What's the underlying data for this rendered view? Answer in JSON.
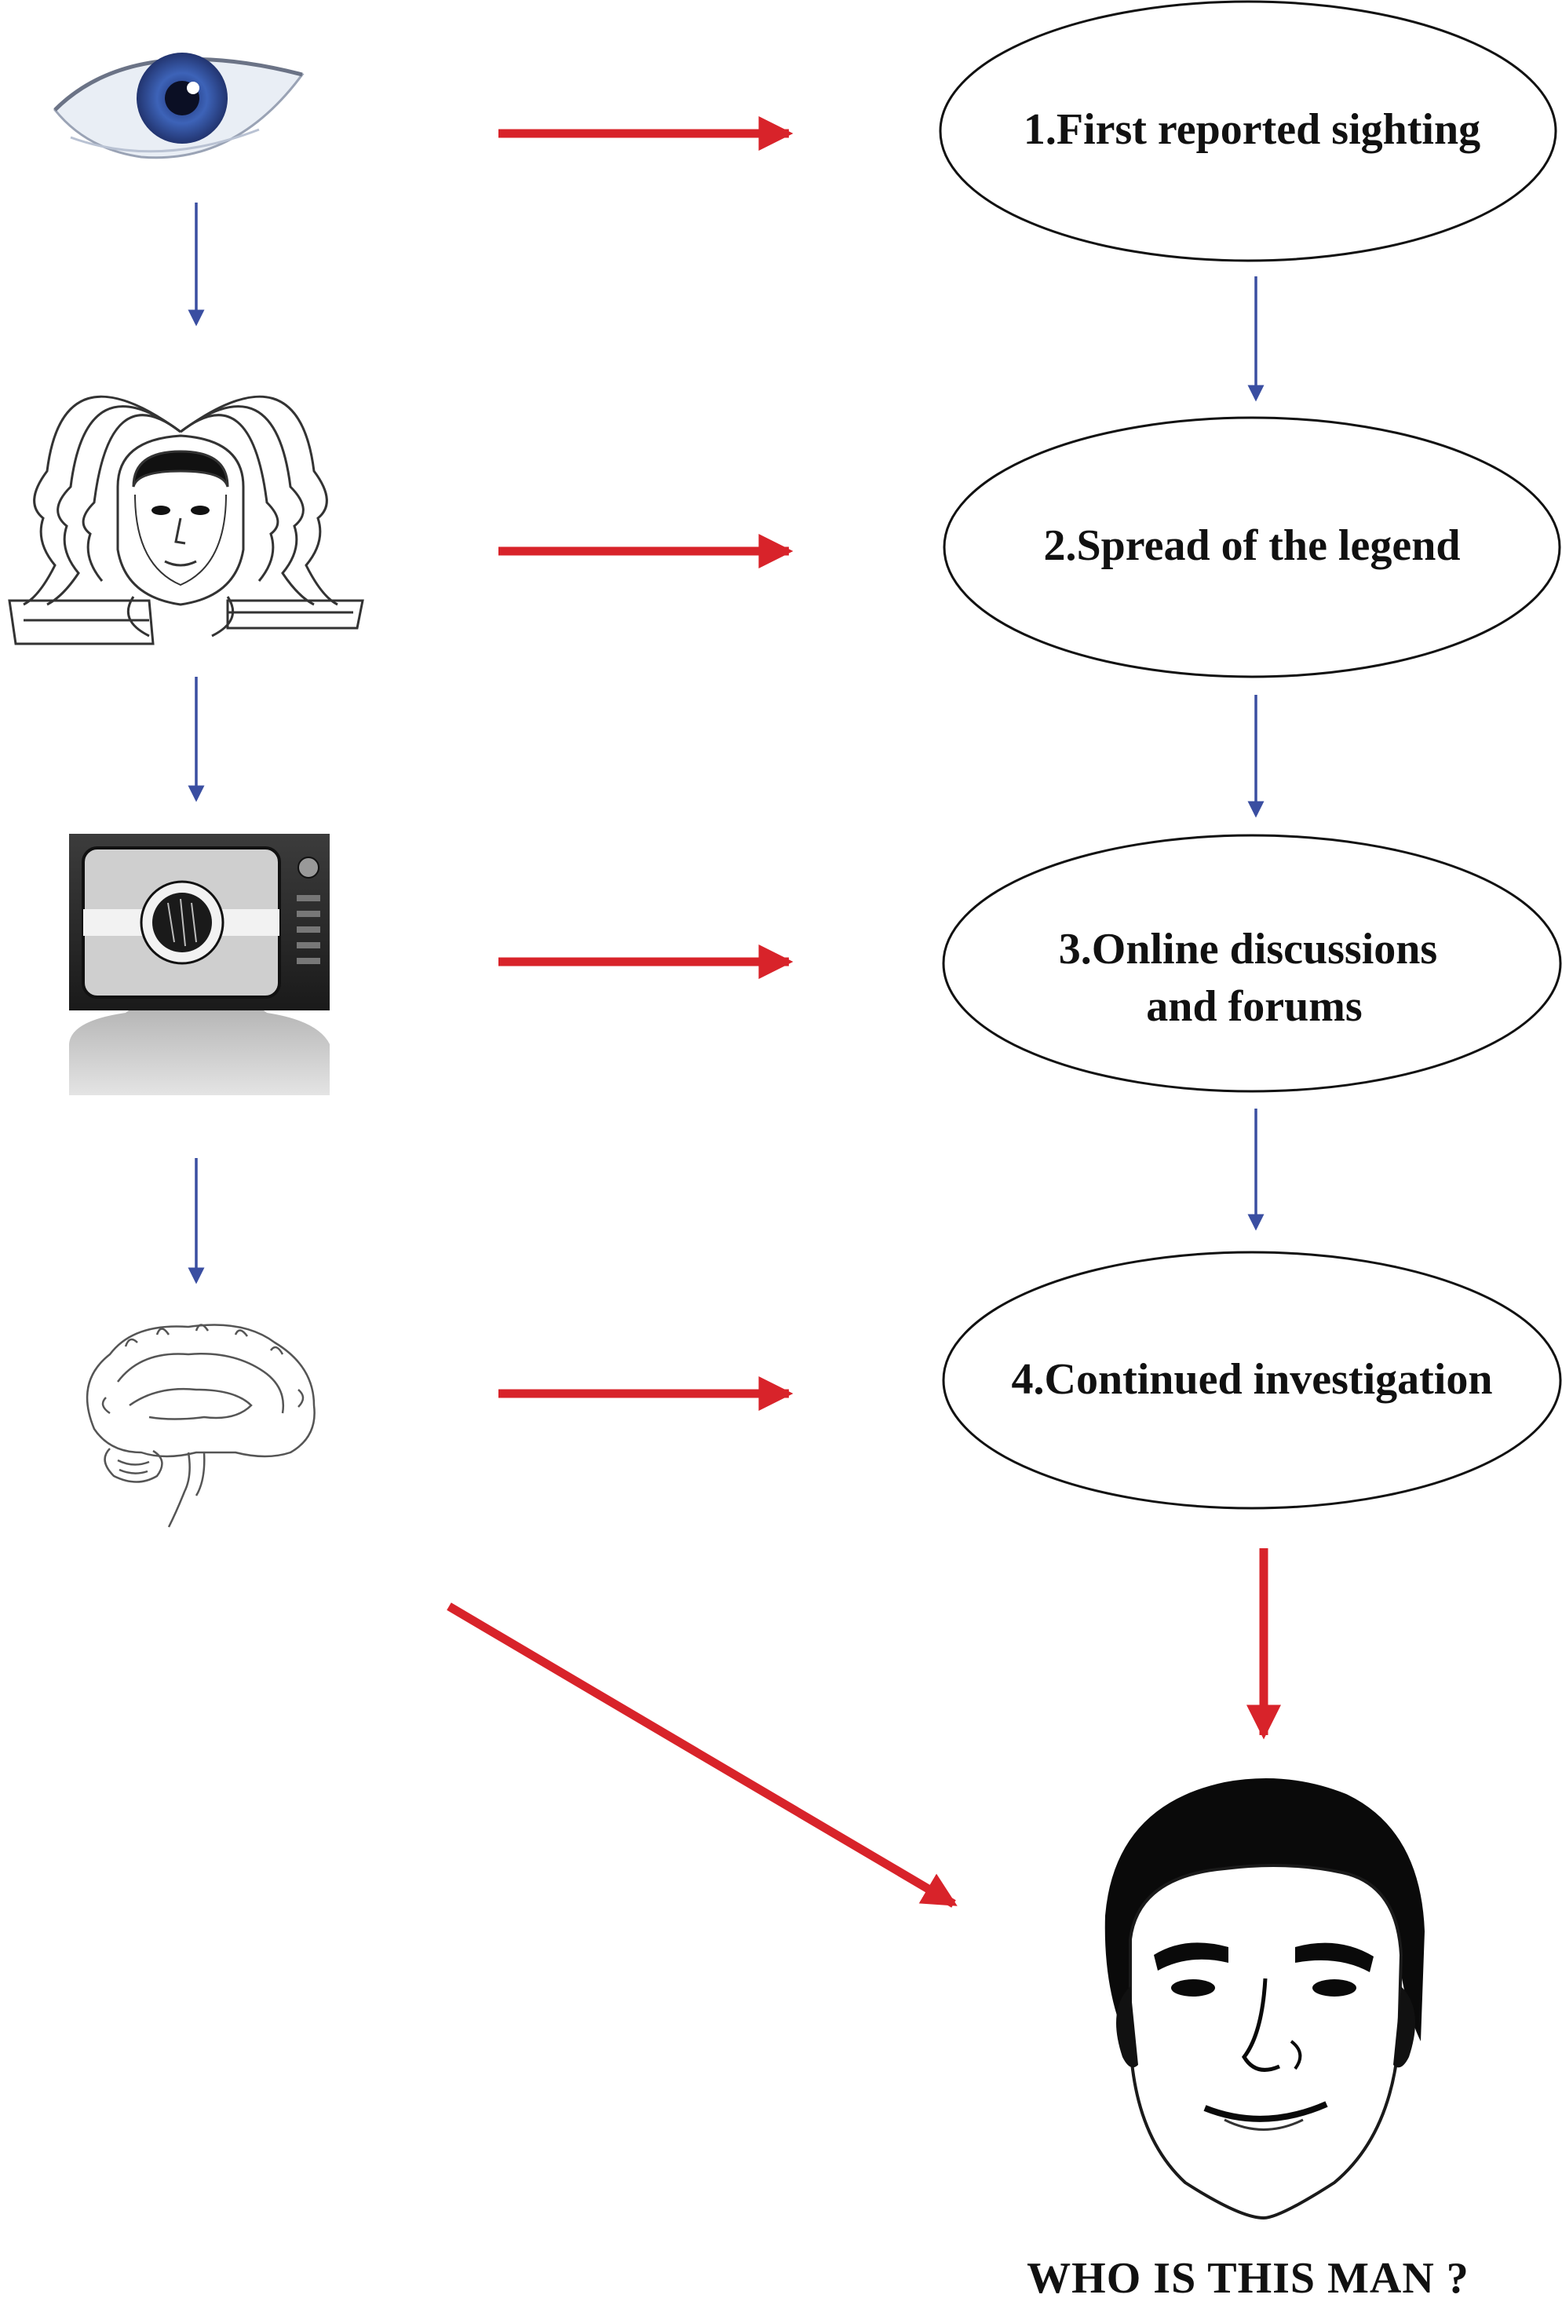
{
  "stages": [
    {
      "label_lines": [
        "1.First reported sighting"
      ],
      "icon": "eye-icon"
    },
    {
      "label_lines": [
        "2.Spread of the legend"
      ],
      "icon": "crowd-of-heads-icon"
    },
    {
      "label_lines": [
        "3.Online discussions",
        "and forums"
      ],
      "icon": "television-head-icon"
    },
    {
      "label_lines": [
        "4.Continued investigation"
      ],
      "icon": "brain-icon"
    }
  ],
  "final": {
    "caption": "WHO IS THIS MAN ?",
    "icon": "man-face-sketch-icon"
  },
  "colors": {
    "stage_arrow": "#d8232a",
    "flow_arrow": "#3a4ea1",
    "ellipse_stroke": "#111111",
    "text": "#111111"
  }
}
